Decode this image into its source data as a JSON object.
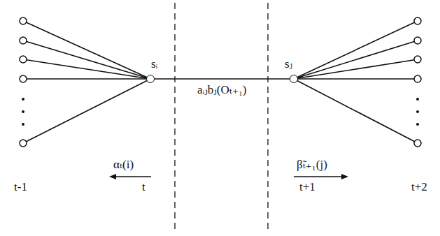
{
  "diagram": {
    "nodes": [
      {
        "text": [
          "sᵢ"
        ]
      },
      {
        "text": [
          "sⱼ"
        ]
      }
    ],
    "edges": [
      {
        "from": 0,
        "to": 1,
        "arrow": "none",
        "label": "aᵢⱼbⱼ(Oₜ₊₁)"
      }
    ],
    "labels": [
      "αₜ(i)",
      "β̃ₜ₊₁(j)",
      "t-1",
      "t",
      "t+1",
      "t+2"
    ]
  }
}
